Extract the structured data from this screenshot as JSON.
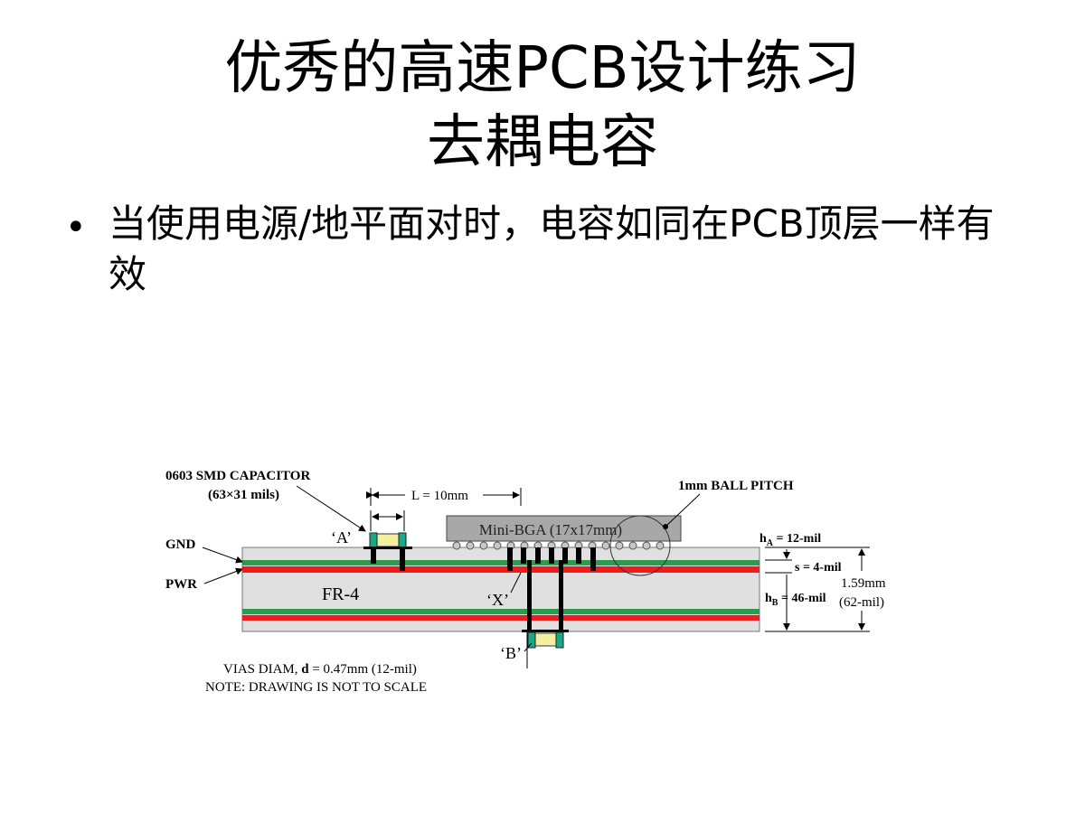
{
  "slide": {
    "title_line1": "优秀的高速PCB设计练习",
    "title_line2": "去耦电容",
    "bullet_text": "当使用电源/地平面对时，电容如同在PCB顶层一样有效"
  },
  "diagram": {
    "label_capacitor": "0603 SMD CAPACITOR",
    "label_capacitor_size": "(63×31 mils)",
    "label_length": "L = 10mm",
    "label_ball_pitch": "1mm BALL PITCH",
    "label_bga": "Mini-BGA (17x17mm)",
    "label_a": "‘A’",
    "label_b": "‘B’",
    "label_x": "‘X’",
    "label_gnd": "GND",
    "label_pwr": "PWR",
    "label_fr4": "FR-4",
    "label_ha": "h",
    "label_ha_sub": "A",
    "label_ha_value": " = 12-mil",
    "label_s": "s = 4-mil",
    "label_thickness": "1.59mm",
    "label_thickness_mil": "(62-mil)",
    "label_hb": "h",
    "label_hb_sub": "B",
    "label_hb_value": " = 46-mil",
    "label_via_diam_prefix": "VIAS DIAM, ",
    "label_via_diam_d": "d",
    "label_via_diam_value": " = 0.47mm (12-mil)",
    "label_note": "NOTE: DRAWING IS NOT TO SCALE",
    "colors": {
      "gnd_plane": "#2e9a4e",
      "pwr_plane": "#ee1c1c",
      "board": "#e0e0e0",
      "bga_body": "#a8a8a8",
      "cap_body": "#f5f0a0",
      "cap_terminal": "#1aa88a"
    }
  }
}
